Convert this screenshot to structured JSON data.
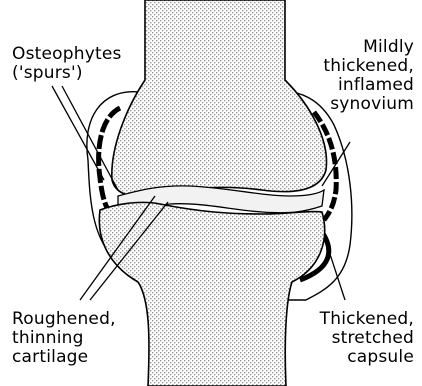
{
  "labels": {
    "osteophytes": [
      "Osteophytes",
      "('spurs')"
    ],
    "synovium": [
      "Mildly",
      "thickened,",
      "inflamed",
      "synovium"
    ],
    "cartilage": [
      "Roughened,",
      "thinning",
      "cartilage"
    ],
    "capsule": [
      "Thickened,",
      "stretched",
      "capsule"
    ]
  },
  "colors": {
    "ink": "#000000",
    "bone_fill": "#d9d9d9",
    "cartilage_fill": "#f2f2f2",
    "background": "#ffffff"
  }
}
